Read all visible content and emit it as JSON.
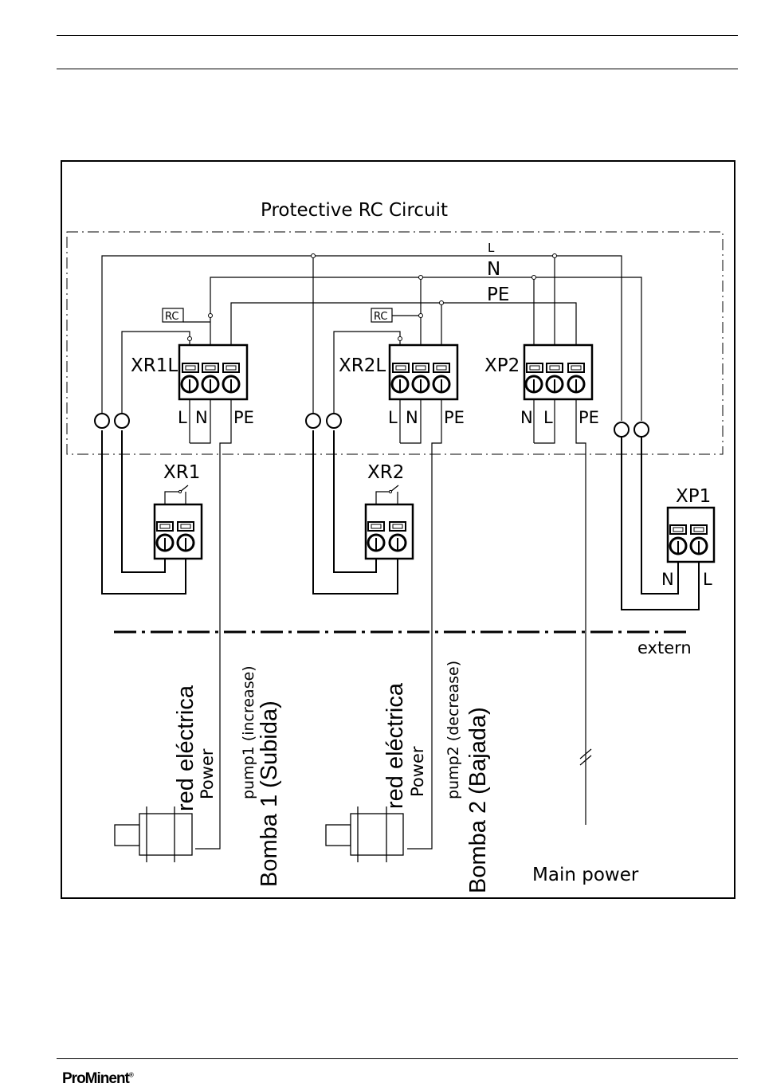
{
  "title": "Protective RC Circuit",
  "terminals": {
    "xr1l": "XR1L",
    "xr2l": "XR2L",
    "xp2": "XP2",
    "xr1": "XR1",
    "xr2": "XR2",
    "xp1": "XP1"
  },
  "rc_label": "RC",
  "bus": {
    "l": "L",
    "n": "N",
    "pe": "PE"
  },
  "extern": "extern",
  "pump1": {
    "es_power": "red eléctrica",
    "en_power": "Power",
    "en_pump": "pump1 (increase)",
    "es_pump": "Bomba 1 (Subida)"
  },
  "pump2": {
    "es_power": "red eléctrica",
    "en_power": "Power",
    "en_pump": "pump2 (decrease)",
    "es_pump": "Bomba 2 (Bajada)"
  },
  "main_power": "Main power",
  "logo": {
    "name": "ProMinent",
    "reg": "®"
  }
}
